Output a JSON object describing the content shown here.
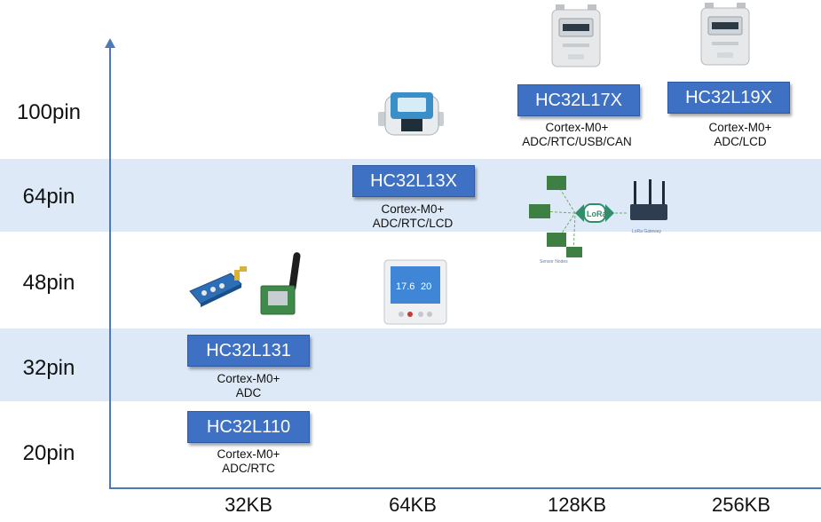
{
  "y_axis": {
    "ticks": [
      "100pin",
      "64pin",
      "48pin",
      "32pin",
      "20pin"
    ]
  },
  "x_axis": {
    "ticks": [
      "32KB",
      "64KB",
      "128KB",
      "256KB"
    ]
  },
  "products": [
    {
      "name": "HC32L17X",
      "core": "Cortex-M0+",
      "features": "ADC/RTC/USB/CAN"
    },
    {
      "name": "HC32L19X",
      "core": "Cortex-M0+",
      "features": "ADC/LCD"
    },
    {
      "name": "HC32L13X",
      "core": "Cortex-M0+",
      "features": "ADC/RTC/LCD"
    },
    {
      "name": "HC32L131",
      "core": "Cortex-M0+",
      "features": "ADC"
    },
    {
      "name": "HC32L110",
      "core": "Cortex-M0+",
      "features": "ADC/RTC"
    }
  ],
  "illustrations": {
    "thermostat_temp_left": "17.6",
    "thermostat_temp_right": "20",
    "lora_label": "LoRa",
    "sensor_nodes_label": "Sensor Nodes",
    "gateway_label": "LoRa Gateway"
  },
  "colors": {
    "band": "#dde9f6",
    "chip": "#3e70c4",
    "axis": "#4a7ab8"
  }
}
